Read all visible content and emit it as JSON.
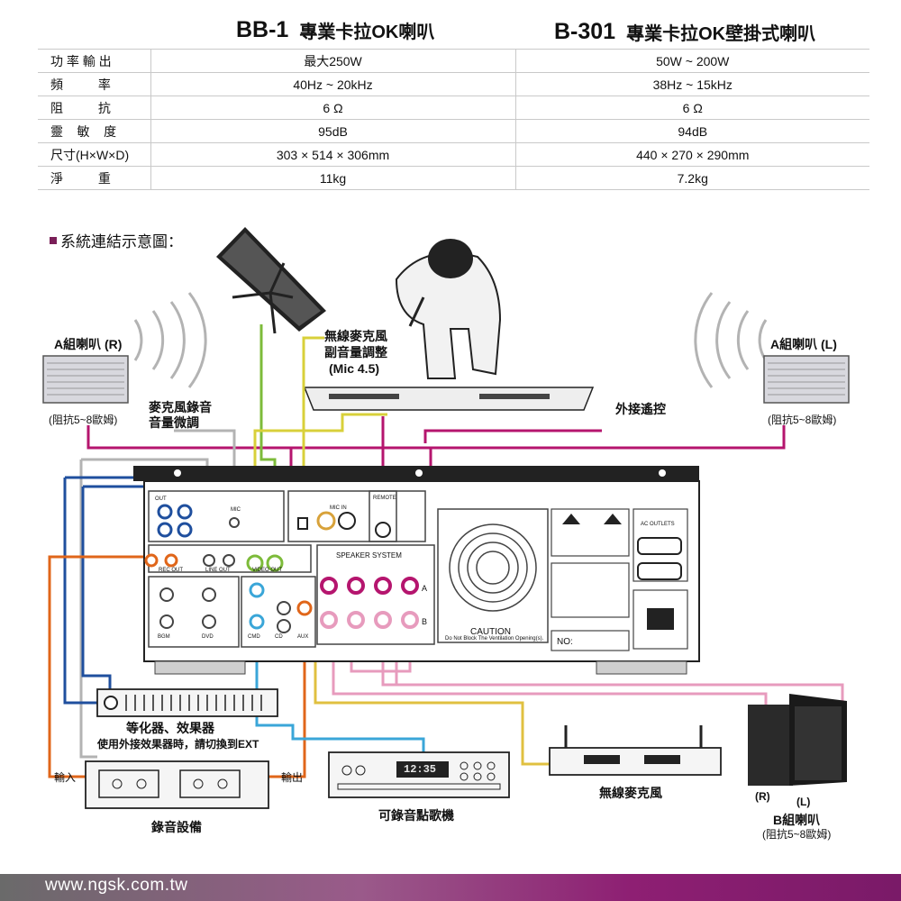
{
  "header": {
    "model1": "BB-1",
    "desc1": "專業卡拉OK喇叭",
    "model2": "B-301",
    "desc2": "專業卡拉OK壁掛式喇叭"
  },
  "spec_rows": [
    {
      "label": "功 率 輸 出",
      "bb1": "最大250W",
      "b301": "50W ~ 200W"
    },
    {
      "label": "頻          率",
      "bb1": "40Hz ~ 20kHz",
      "b301": "38Hz ~ 15kHz"
    },
    {
      "label": "阻          抗",
      "bb1": "6 Ω",
      "b301": "6 Ω"
    },
    {
      "label": "靈    敏    度",
      "bb1": "95dB",
      "b301": "94dB"
    },
    {
      "label": "尺寸(H×W×D)",
      "bb1": "303 × 514 × 306mm",
      "b301": "440 × 270 × 290mm"
    },
    {
      "label": "淨          重",
      "bb1": "11kg",
      "b301": "7.2kg"
    }
  ],
  "section_title": "系統連結示意圖：",
  "labels": {
    "speaker_a_r": "A組喇叭 (R)",
    "speaker_a_r_imp": "(阻抗5~8歐姆)",
    "speaker_a_l": "A組喇叭 (L)",
    "speaker_a_l_imp": "(阻抗5~8歐姆)",
    "mic_rec_line1": "麥克風錄音",
    "mic_rec_line2": "音量微調",
    "wireless_mic_vol_line1": "無線麥克風",
    "wireless_mic_vol_line2": "副音量調整",
    "wireless_mic_vol_line3": "(Mic 4.5)",
    "remote": "外接遙控",
    "eq": "等化器、效果器",
    "eq_note": "使用外接效果器時，請切換到EXT",
    "input": "輸入",
    "output": "輸出",
    "recorder": "錄音設備",
    "cd_player": "可錄音點歌機",
    "wireless_mic": "無線麥克風",
    "speaker_b_r": "(R)",
    "speaker_b_l": "(L)",
    "speaker_b": "B組喇叭",
    "speaker_b_imp": "(阻抗5~8歐姆)",
    "cd_display": "12:35",
    "caution": "CAUTION",
    "caution_sub": "Do Not Block The Ventilation Opening(s).",
    "speaker_system": "SPEAKER SYSTEM",
    "no_label": "NO:",
    "panel_rec_out": "REC OUT",
    "panel_line_out": "LINE OUT",
    "panel_video_out": "VIDEO OUT",
    "panel_bgm": "BGM",
    "panel_dvd": "DVD",
    "panel_cmd": "CMD",
    "panel_cd": "CD",
    "panel_aux": "AUX",
    "panel_mic": "MIC",
    "panel_remote": "REMOTE",
    "panel_out": "OUT",
    "panel_mic_in": "MIC IN",
    "panel_ac_outlets": "AC OUTLETS",
    "panel_a": "A",
    "panel_b": "B"
  },
  "colors": {
    "magenta": "#b5156e",
    "orange": "#e0661a",
    "blue": "#1f4f9e",
    "light_blue": "#3aa6d8",
    "green": "#7dbb3a",
    "yellow": "#d8d03a",
    "pink": "#e79bbd",
    "gray": "#b3b3b3",
    "footer": "#7a1a68"
  },
  "footer": {
    "url": "www.ngsk.com.tw"
  }
}
